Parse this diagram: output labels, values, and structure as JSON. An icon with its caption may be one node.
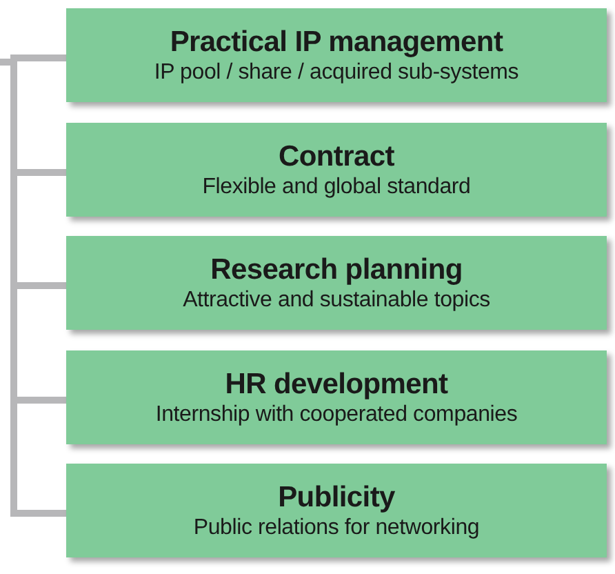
{
  "diagram": {
    "nodes": [
      {
        "text": [
          "Practical IP management",
          "IP pool / share / acquired sub-systems"
        ]
      },
      {
        "text": [
          "Contract",
          "Flexible and global standard"
        ]
      },
      {
        "text": [
          "Research planning",
          "Attractive and sustainable topics"
        ]
      },
      {
        "text": [
          "HR development",
          "Internship with cooperated companies"
        ]
      },
      {
        "text": [
          "Publicity",
          "Public relations for networking"
        ]
      }
    ],
    "edges": [
      {
        "from": null,
        "to": 0,
        "arrow": "none"
      },
      {
        "from": null,
        "to": 1,
        "arrow": "none"
      },
      {
        "from": null,
        "to": 2,
        "arrow": "none"
      },
      {
        "from": null,
        "to": 3,
        "arrow": "none"
      },
      {
        "from": null,
        "to": 4,
        "arrow": "none"
      }
    ]
  }
}
